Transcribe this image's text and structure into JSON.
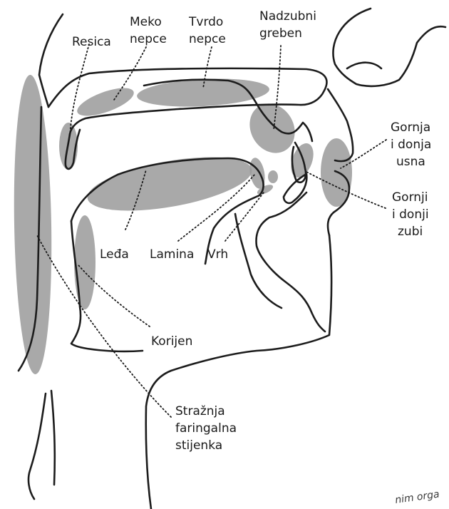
{
  "labels": {
    "resica": "Resica",
    "meko_nepce_1": "Meko",
    "meko_nepce_2": "nepce",
    "tvrdo_nepce_1": "Tvrdo",
    "tvrdo_nepce_2": "nepce",
    "nadzubni_1": "Nadzubni",
    "nadzubni_2": "greben",
    "usna_1": "Gornja",
    "usna_2": "i donja",
    "usna_3": "usna",
    "zubi_1": "Gornji",
    "zubi_2": "i donji",
    "zubi_3": "zubi",
    "leda": "Leđa",
    "lamina": "Lamina",
    "vrh": "Vrh",
    "korijen": "Korijen",
    "stijenka_1": "Stražnja",
    "stijenka_2": "faringalna",
    "stijenka_3": "stijenka"
  },
  "footer_fragment": "nim orga",
  "colors": {
    "region": "#9a9a9a",
    "outline": "#1c1c1c",
    "text": "#1a1a1a"
  }
}
